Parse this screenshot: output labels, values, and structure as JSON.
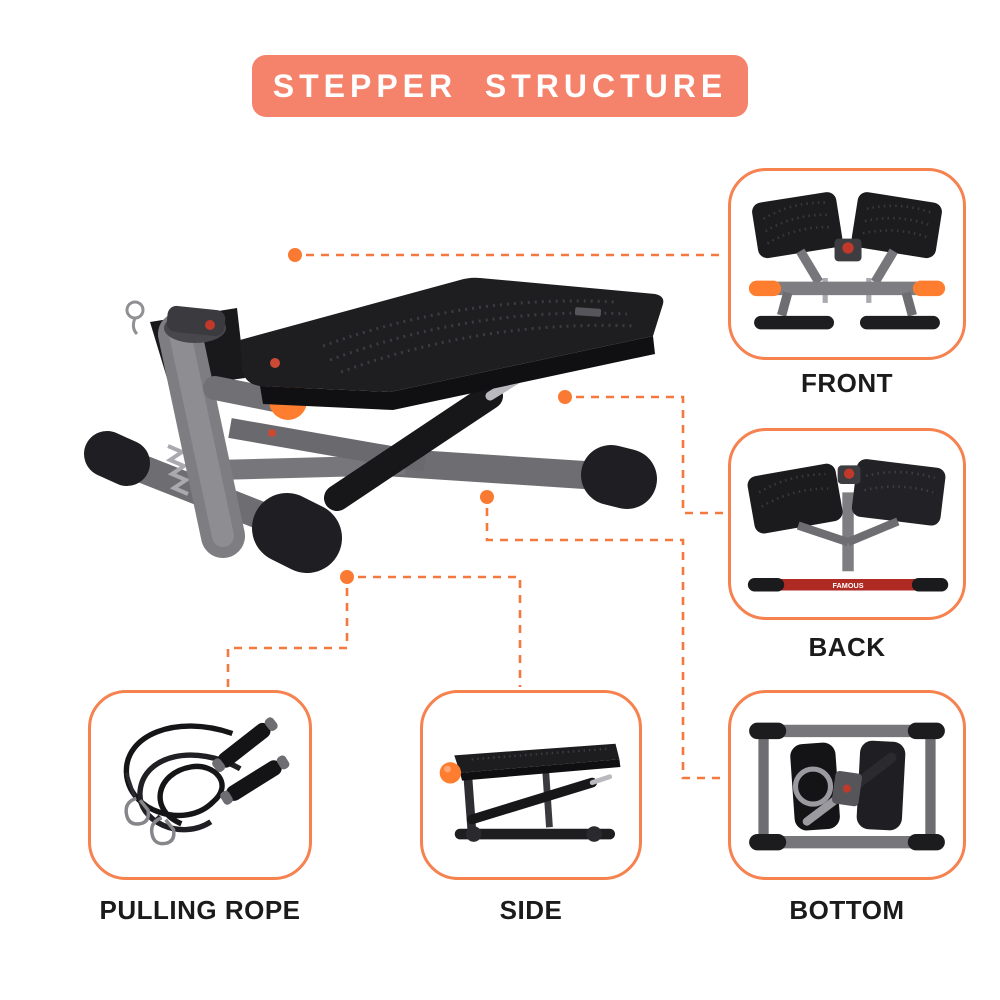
{
  "title": {
    "text": "STEPPER  STRUCTURE"
  },
  "colors": {
    "banner_bg": "#f5826a",
    "accent_line": "#f5793f",
    "callout_dot": "#fb7a33",
    "card_border": "#f5824f",
    "label_text": "#1b1b1b",
    "knob_orange": "#ff7d2e",
    "counter_red": "#c0392b"
  },
  "views": {
    "front": {
      "label": "FRONT"
    },
    "back": {
      "label": "BACK",
      "brand_text": "FAMOUS"
    },
    "bottom": {
      "label": "BOTTOM"
    },
    "side": {
      "label": "SIDE"
    },
    "pulling_rope": {
      "label": "PULLING ROPE"
    }
  }
}
